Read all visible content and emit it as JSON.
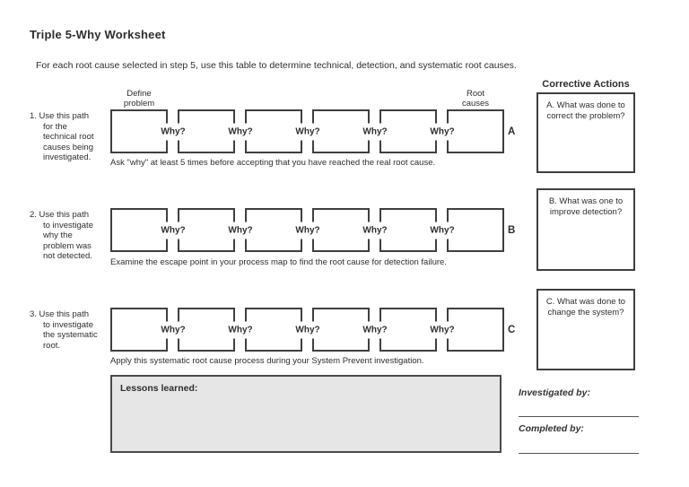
{
  "page": {
    "title": "Triple 5-Why Worksheet",
    "subtitle": "For each root cause selected in step 5, use this table to determine technical, detection, and systematic root causes."
  },
  "diagram": {
    "why_label": "Why?",
    "define_problem_label": "Define\nproblem",
    "root_causes_label": "Root\ncauses",
    "rows": [
      {
        "label": "1. Use this path\nfor the\ntechnical root\ncauses being\ninvestigated.",
        "letter": "A",
        "caption": "Ask \"why\" at least 5 times before accepting that you have reached the real root cause."
      },
      {
        "label": "2. Use this path\nto investigate\nwhy the\nproblem was\nnot detected.",
        "letter": "B",
        "caption": "Examine the escape point in your process map to find the root cause for detection failure."
      },
      {
        "label": "3. Use this path\nto investigate\nthe systematic\nroot.",
        "letter": "C",
        "caption": "Apply this systematic root cause process during your System Prevent investigation."
      }
    ]
  },
  "corrective_actions": {
    "header": "Corrective Actions",
    "boxes": [
      {
        "label": "A. What was done to\ncorrect the problem?"
      },
      {
        "label": "B. What was one to\nimprove detection?"
      },
      {
        "label": "C. What was done to\nchange the system?"
      }
    ]
  },
  "footer": {
    "lessons_label": "Lessons learned:",
    "investigated_label": "Investigated by:",
    "completed_label": "Completed by:"
  },
  "colors": {
    "line": "#3f3f3f",
    "text": "#2e2e2e",
    "lessons_fill": "#e6e6e6"
  }
}
